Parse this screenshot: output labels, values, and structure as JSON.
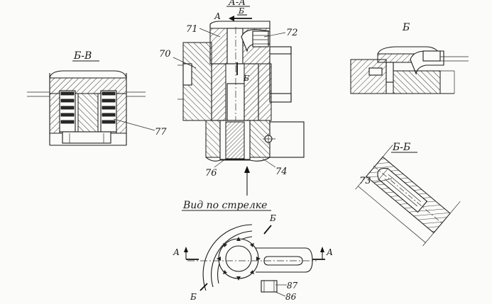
{
  "sections": {
    "bv_title": "Б-В",
    "aa_title": "А-А",
    "aa_sub": "Б",
    "b_title": "Б",
    "bb_title": "Б-Б",
    "view_caption": "Вид по стрелке"
  },
  "markers": {
    "a_left": "А",
    "a_right": "А",
    "a_top": "А",
    "b_center": "Б",
    "b_view_top": "Б",
    "b_view_left": "Б"
  },
  "callouts": [
    "71",
    "72",
    "70",
    "76",
    "74",
    "73",
    "77",
    "87",
    "86"
  ]
}
